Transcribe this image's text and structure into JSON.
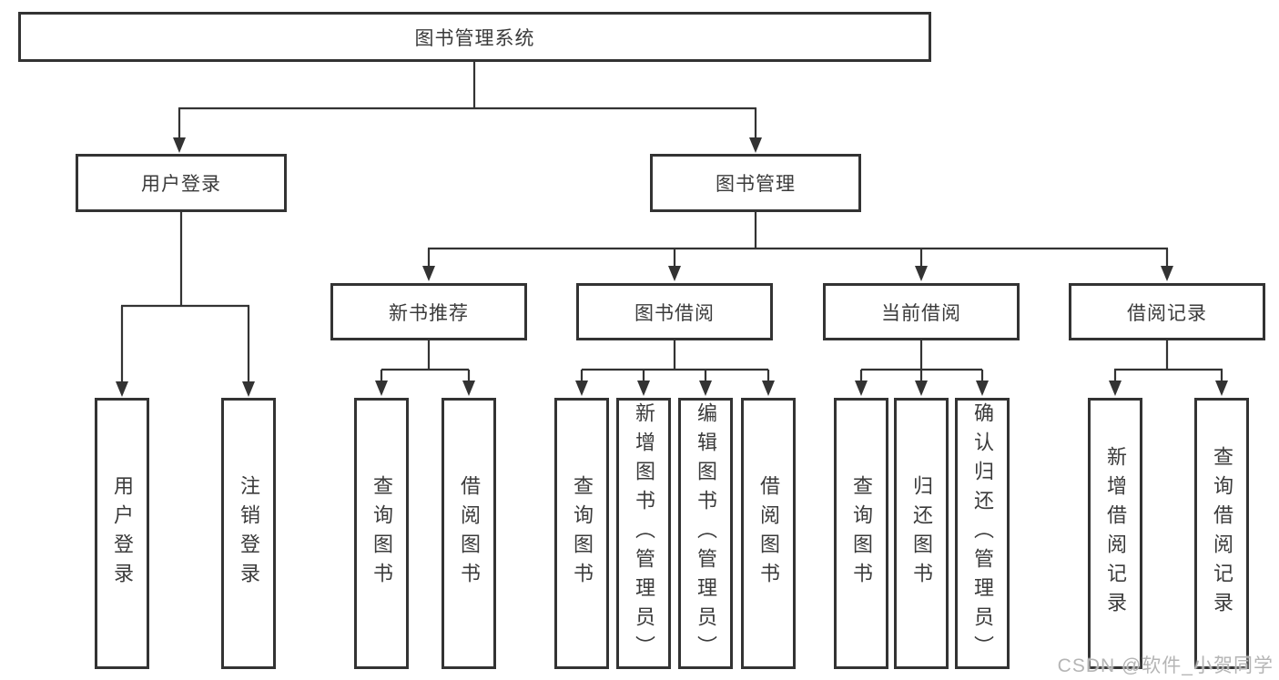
{
  "diagram": {
    "root": "图书管理系统",
    "level2": [
      "用户登录",
      "图书管理"
    ],
    "level3": [
      "新书推荐",
      "图书借阅",
      "当前借阅",
      "借阅记录"
    ],
    "leaves": {
      "user_login": [
        "用户登录",
        "注销登录"
      ],
      "new_book_recommend": [
        "查询图书",
        "借阅图书"
      ],
      "book_borrowing": [
        "查询图书",
        "新增图书（管理员）",
        "编辑图书（管理员）",
        "借阅图书"
      ],
      "current_borrowing": [
        "查询图书",
        "归还图书",
        "确认归还（管理员）"
      ],
      "borrowing_records": [
        "新增借阅记录",
        "查询借阅记录"
      ]
    },
    "watermark": "CSDN @软件_小贺同学",
    "colors": {
      "line": "#333333",
      "text": "#3b3b3b",
      "watermark": "#b5b5b5",
      "background": "#ffffff"
    }
  }
}
